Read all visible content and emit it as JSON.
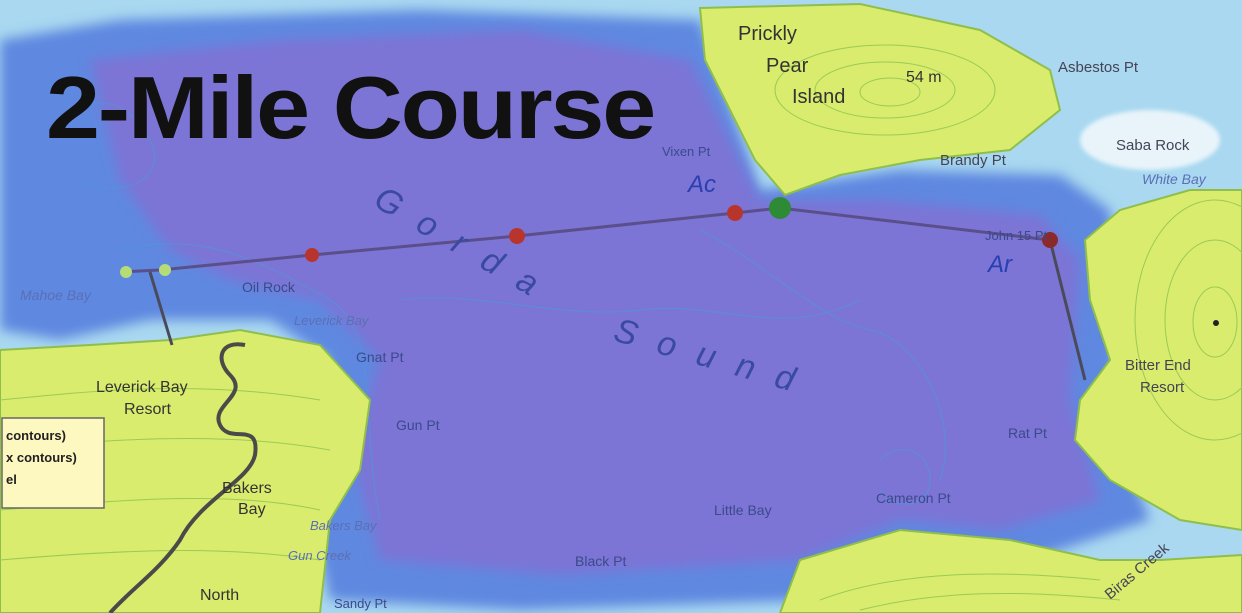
{
  "title": "2-Mile Course",
  "water_name": {
    "gorda": "Gorda",
    "sound": "Sound"
  },
  "labels": {
    "prickly": "Prickly",
    "pear": "Pear",
    "island": "Island",
    "elevation": "54 m",
    "asbestos_pt": "Asbestos Pt",
    "saba_rock": "Saba Rock",
    "white_bay": "White Bay",
    "brandy_pt": "Brandy Pt",
    "vixen_pt": "Vixen Pt",
    "john_pt": "John 15 Pt",
    "bitter_end": "Bitter End",
    "resort": "Resort",
    "mahoe_bay": "Mahoe Bay",
    "oil_rock": "Oil Rock",
    "leverick_bay_water": "Leverick Bay",
    "gnat_pt": "Gnat Pt",
    "leverick_bay": "Leverick Bay",
    "leverick_resort": "Resort",
    "gun_pt": "Gun Pt",
    "bakers": "Bakers",
    "bay": "Bay",
    "bakers_bay_water": "Bakers Bay",
    "gun_creek": "Gun Creek",
    "black_pt": "Black Pt",
    "sandy_pt": "Sandy Pt",
    "north": "North",
    "little_bay": "Little Bay",
    "cameron_pt": "Cameron Pt",
    "biras_creek": "Biras Creek",
    "rat_pt": "Rat Pt",
    "marker_a_left": "Ac",
    "marker_a_right": "Ar"
  },
  "legend": {
    "line1": "contours)",
    "line2": "x contours)",
    "line3": "el"
  },
  "colors": {
    "deep_water": "#7b74d6",
    "mid_water": "#5f88e0",
    "shallow_water": "#a9d8f0",
    "land": "#d9ec6e",
    "course_line": "#5a4f8a",
    "buoy_red": "#b8352d",
    "buoy_green": "#2d8a35",
    "handwriting": "#2a3fb0"
  }
}
